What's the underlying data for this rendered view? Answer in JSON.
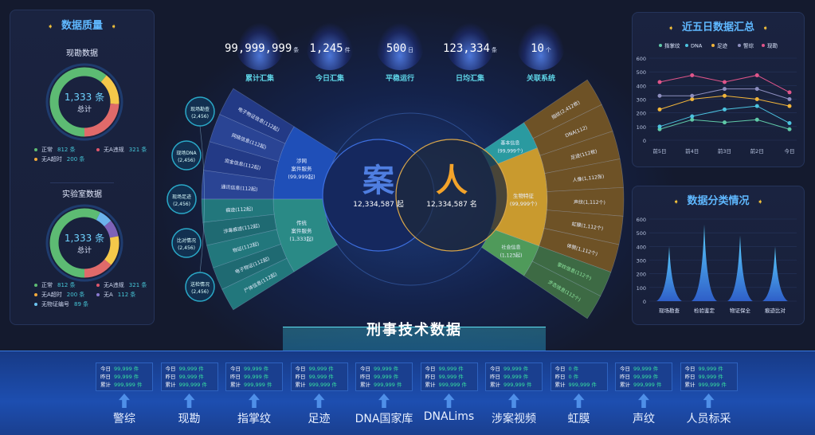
{
  "left_panel": {
    "title": "数据质量",
    "field": {
      "title": "现勘数据",
      "total": "1,333 条",
      "total_label": "总计",
      "legend": [
        {
          "label": "正常",
          "value": "812 条",
          "color": "#5dbb73"
        },
        {
          "label": "无A违规",
          "value": "321 条",
          "color": "#e0566b"
        },
        {
          "label": "无A超时",
          "value": "200 条",
          "color": "#f2a93b"
        }
      ],
      "segments": [
        {
          "value": 812,
          "color": "#5dbb73"
        },
        {
          "value": 200,
          "color": "#f5c84a"
        },
        {
          "value": 321,
          "color": "#e06a6a"
        }
      ]
    },
    "lab": {
      "title": "实验室数据",
      "total": "1,333 条",
      "total_label": "总计",
      "legend": [
        {
          "label": "正常",
          "value": "812 条",
          "color": "#5dbb73"
        },
        {
          "label": "无A违规",
          "value": "321 条",
          "color": "#e0566b"
        },
        {
          "label": "无A超时",
          "value": "200 条",
          "color": "#f2a93b"
        },
        {
          "label": "无A",
          "value": "112 条",
          "color": "#8a7ad0"
        },
        {
          "label": "无物证编号",
          "value": "89 条",
          "color": "#6cc4f0"
        }
      ],
      "segments": [
        {
          "value": 812,
          "color": "#5dbb73"
        },
        {
          "value": 89,
          "color": "#6cb4ec"
        },
        {
          "value": 112,
          "color": "#7e62b8"
        },
        {
          "value": 200,
          "color": "#f5c84a"
        },
        {
          "value": 200,
          "color": "#e06a6a"
        }
      ]
    }
  },
  "stats": [
    {
      "value": "99,999,999",
      "unit": "条",
      "label": "累计汇集"
    },
    {
      "value": "1,245",
      "unit": "件",
      "label": "今日汇集"
    },
    {
      "value": "500",
      "unit": "日",
      "label": "平稳运行"
    },
    {
      "value": "123,334",
      "unit": "条",
      "label": "日均汇集"
    },
    {
      "value": "10",
      "unit": "个",
      "label": "关联系统"
    }
  ],
  "center": {
    "case_char": "案",
    "case_count": "12,334,587 起",
    "person_char": "人",
    "person_count": "12,334,587 名"
  },
  "case_fan": {
    "categories": [
      {
        "label": "涉网\n案件服务\n(99,999起)",
        "color": "#1f4fb8"
      },
      {
        "label": "传统\n案件服务\n(1,333起)",
        "color": "#2a8a86"
      }
    ],
    "items_top": [
      "通讯信息(112起)",
      "资金信息(112起)",
      "网络信息(112起)",
      "电子物证信息(112起)"
    ],
    "items_bottom": [
      "痕迹(112起)",
      "涉毒痕迹(112起)",
      "物证(112起)",
      "电子物证(112起)",
      "尸体信息(112起)"
    ],
    "bubbles": [
      {
        "label": "现场勘查",
        "value": "(2,456)"
      },
      {
        "label": "现场DNA",
        "value": "(2,456)"
      },
      {
        "label": "现场足迹",
        "value": "(2,456)"
      },
      {
        "label": "比对情况",
        "value": "(2,456)"
      },
      {
        "label": "送检情况",
        "value": "(2,456)"
      }
    ]
  },
  "person_fan": {
    "categories": [
      {
        "label": "基本信息\n(99,999个)",
        "color": "#2a9aa0"
      },
      {
        "label": "生物特征\n(99,999个)",
        "color": "#c99a2e"
      },
      {
        "label": "社会信息\n(1,123起)",
        "color": "#4f9a5a"
      }
    ],
    "items_gold": [
      "指纹(2,412枚)",
      "DNA(112)",
      "足迹(112枚)",
      "人像(1,112张)",
      "声纹(1,112个)",
      "虹膜(1,112个)",
      "体貌(1,112个)"
    ],
    "items_green": [
      "掌纹信息(112个)",
      "步态信息(112个)"
    ]
  },
  "stage_title": "刑事技术数据",
  "sources": [
    {
      "name": "警综",
      "today": "99,999 件",
      "yesterday": "99,999 件",
      "total": "999,999 件"
    },
    {
      "name": "现勘",
      "today": "99,999 件",
      "yesterday": "99,999 件",
      "total": "999,999 件"
    },
    {
      "name": "指掌纹",
      "today": "99,999 件",
      "yesterday": "99,999 件",
      "total": "999,999 件"
    },
    {
      "name": "足迹",
      "today": "99,999 件",
      "yesterday": "99,999 件",
      "total": "999,999 件"
    },
    {
      "name": "DNA国家库",
      "today": "99,999 件",
      "yesterday": "99,999 件",
      "total": "999,999 件"
    },
    {
      "name": "DNALims",
      "today": "99,999 件",
      "yesterday": "99,999 件",
      "total": "999,999 件"
    },
    {
      "name": "涉案视频",
      "today": "99,999 件",
      "yesterday": "99,999 件",
      "total": "999,999 件"
    },
    {
      "name": "虹膜",
      "today": "0 件",
      "yesterday": "0 件",
      "total": "999,999 件"
    },
    {
      "name": "声纹",
      "today": "99,999 件",
      "yesterday": "99,999 件",
      "total": "999,999 件"
    },
    {
      "name": "人员标采",
      "today": "99,999 件",
      "yesterday": "99,999 件",
      "total": "999,999 件"
    }
  ],
  "source_labels": {
    "today": "今日",
    "yesterday": "昨日",
    "total": "累计"
  },
  "chart_data": [
    {
      "type": "line",
      "title": "近五日数据汇总",
      "categories": [
        "前5日",
        "前4日",
        "前3日",
        "前2日",
        "今日"
      ],
      "ylim": [
        0,
        600
      ],
      "yticks": [
        0,
        100,
        200,
        300,
        400,
        500,
        600
      ],
      "legend": "top",
      "series": [
        {
          "name": "指掌纹",
          "color": "#5fc9a8",
          "values": [
            80,
            150,
            130,
            150,
            80
          ]
        },
        {
          "name": "DNA",
          "color": "#4cc3e0",
          "values": [
            100,
            175,
            225,
            250,
            125
          ]
        },
        {
          "name": "足迹",
          "color": "#f2b53a",
          "values": [
            225,
            300,
            325,
            300,
            250
          ]
        },
        {
          "name": "警综",
          "color": "#8e8fc0",
          "values": [
            325,
            325,
            375,
            375,
            300
          ]
        },
        {
          "name": "现勘",
          "color": "#e0558a",
          "values": [
            425,
            475,
            425,
            475,
            350
          ]
        }
      ]
    },
    {
      "type": "bar",
      "title": "数据分类情况",
      "categories": [
        "现场勘查",
        "检验鉴定",
        "物证保全",
        "痕迹比对"
      ],
      "values": [
        400,
        560,
        480,
        400
      ],
      "ylim": [
        0,
        600
      ],
      "yticks": [
        0,
        100,
        200,
        300,
        400,
        500,
        600
      ]
    }
  ]
}
